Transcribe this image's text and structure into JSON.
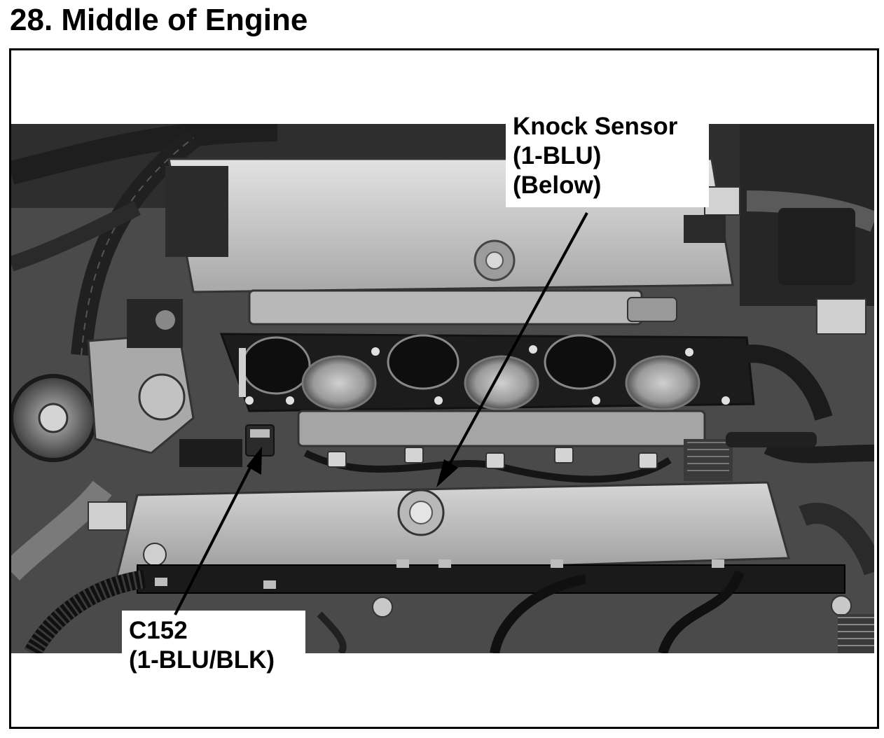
{
  "page": {
    "title": "28. Middle of Engine"
  },
  "callouts": {
    "knock_sensor": {
      "line1": "Knock Sensor",
      "line2": "(1-BLU)",
      "line3": "(Below)"
    },
    "c152": {
      "line1": "C152",
      "line2": "(1-BLU/BLK)"
    }
  },
  "colors": {
    "ink": "#000000",
    "paper": "#ffffff",
    "photo_mid": "#6b6b6b",
    "photo_light": "#c8c8c8",
    "photo_dark": "#1e1e1e"
  }
}
